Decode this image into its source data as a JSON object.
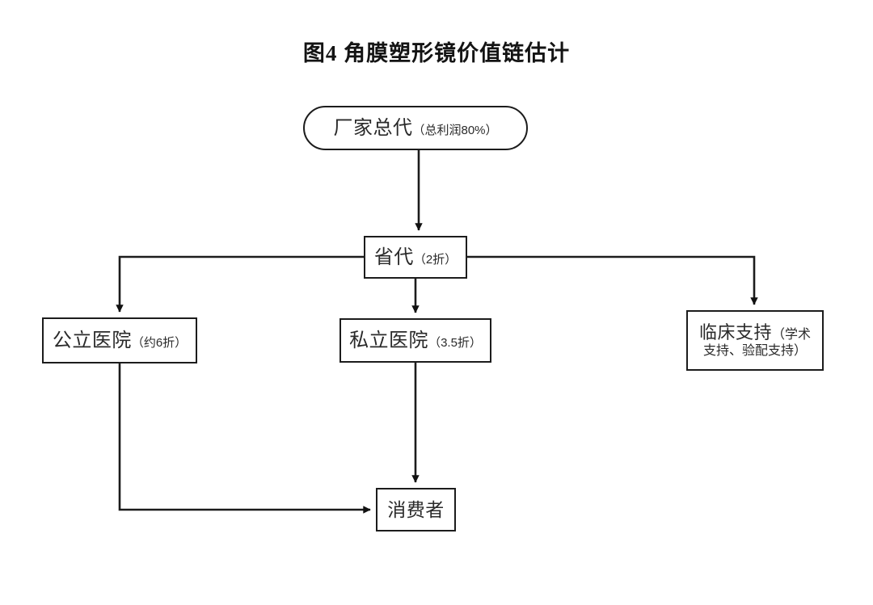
{
  "figure": {
    "title": "图4 角膜塑形镜价值链估计",
    "type": "flowchart",
    "background_color": "#ffffff",
    "line_color": "#1c1c1c",
    "text_color": "#2a2a2a"
  },
  "nodes": {
    "manufacturer": {
      "id": "manufacturer",
      "label": "厂家总代",
      "sub": "（总利润80%）",
      "shape": "rounded-rectangle"
    },
    "provincial": {
      "id": "provincial",
      "label": "省代",
      "sub": "（2折）",
      "shape": "rectangle"
    },
    "public_hospital": {
      "id": "public_hospital",
      "label": "公立医院",
      "sub": "（约6折）",
      "shape": "rectangle"
    },
    "private_hospital": {
      "id": "private_hospital",
      "label": "私立医院",
      "sub": "（3.5折）",
      "shape": "rectangle"
    },
    "clinical_support": {
      "id": "clinical_support",
      "label": "临床支持",
      "sub_line1": "（学术",
      "sub_line2": "支持、验配支持）",
      "shape": "rectangle"
    },
    "consumer": {
      "id": "consumer",
      "label": "消费者",
      "sub": "",
      "shape": "rectangle"
    }
  },
  "edges": [
    {
      "from": "manufacturer",
      "to": "provincial",
      "style": "straight-down"
    },
    {
      "from": "provincial",
      "to": "public_hospital",
      "style": "elbow-left"
    },
    {
      "from": "provincial",
      "to": "private_hospital",
      "style": "straight-down"
    },
    {
      "from": "provincial",
      "to": "clinical_support",
      "style": "elbow-right"
    },
    {
      "from": "public_hospital",
      "to": "consumer",
      "style": "elbow-down-right"
    },
    {
      "from": "private_hospital",
      "to": "consumer",
      "style": "straight-down"
    }
  ]
}
